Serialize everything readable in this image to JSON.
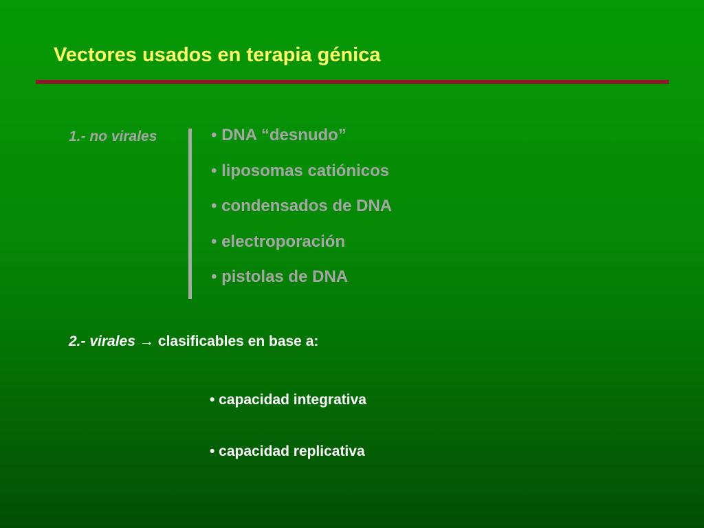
{
  "slide": {
    "title": "Vectores usados en terapia génica",
    "section1": {
      "label": "1.- no virales",
      "items": [
        "• DNA “desnudo”",
        "• liposomas catiónicos",
        "• condensados de DNA",
        "• electroporación",
        "• pistolas de DNA"
      ]
    },
    "section2": {
      "label": "2.- virales",
      "arrow": "→",
      "text": "clasificables en base a:",
      "items": [
        "• capacidad integrativa",
        "• capacidad replicativa"
      ]
    }
  },
  "colors": {
    "background_top": "#069a06",
    "background_bottom": "#034e03",
    "title": "#ffff66",
    "title_rule": "#8b1a2b",
    "muted_text": "#a6a6a6",
    "body_text": "#ffffff"
  }
}
